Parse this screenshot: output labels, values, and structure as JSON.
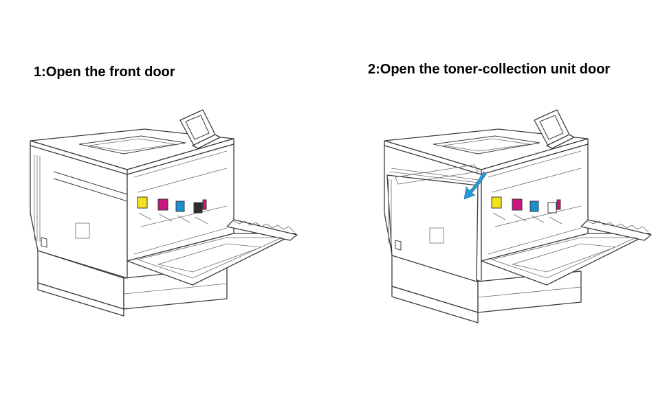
{
  "steps": [
    {
      "title": "1:Open the front door"
    },
    {
      "title": "2:Open the toner-collection unit door"
    }
  ],
  "colors": {
    "yellow": "#f3e21b",
    "magenta": "#c8177f",
    "cyan": "#1c8fd1",
    "black": "#2c2c2c",
    "arrow": "#2a9ad6",
    "line": "#3a3a3a"
  },
  "icons": [
    "printer-front-door-open-illustration",
    "printer-toner-collection-door-open-illustration",
    "arrow-icon"
  ]
}
